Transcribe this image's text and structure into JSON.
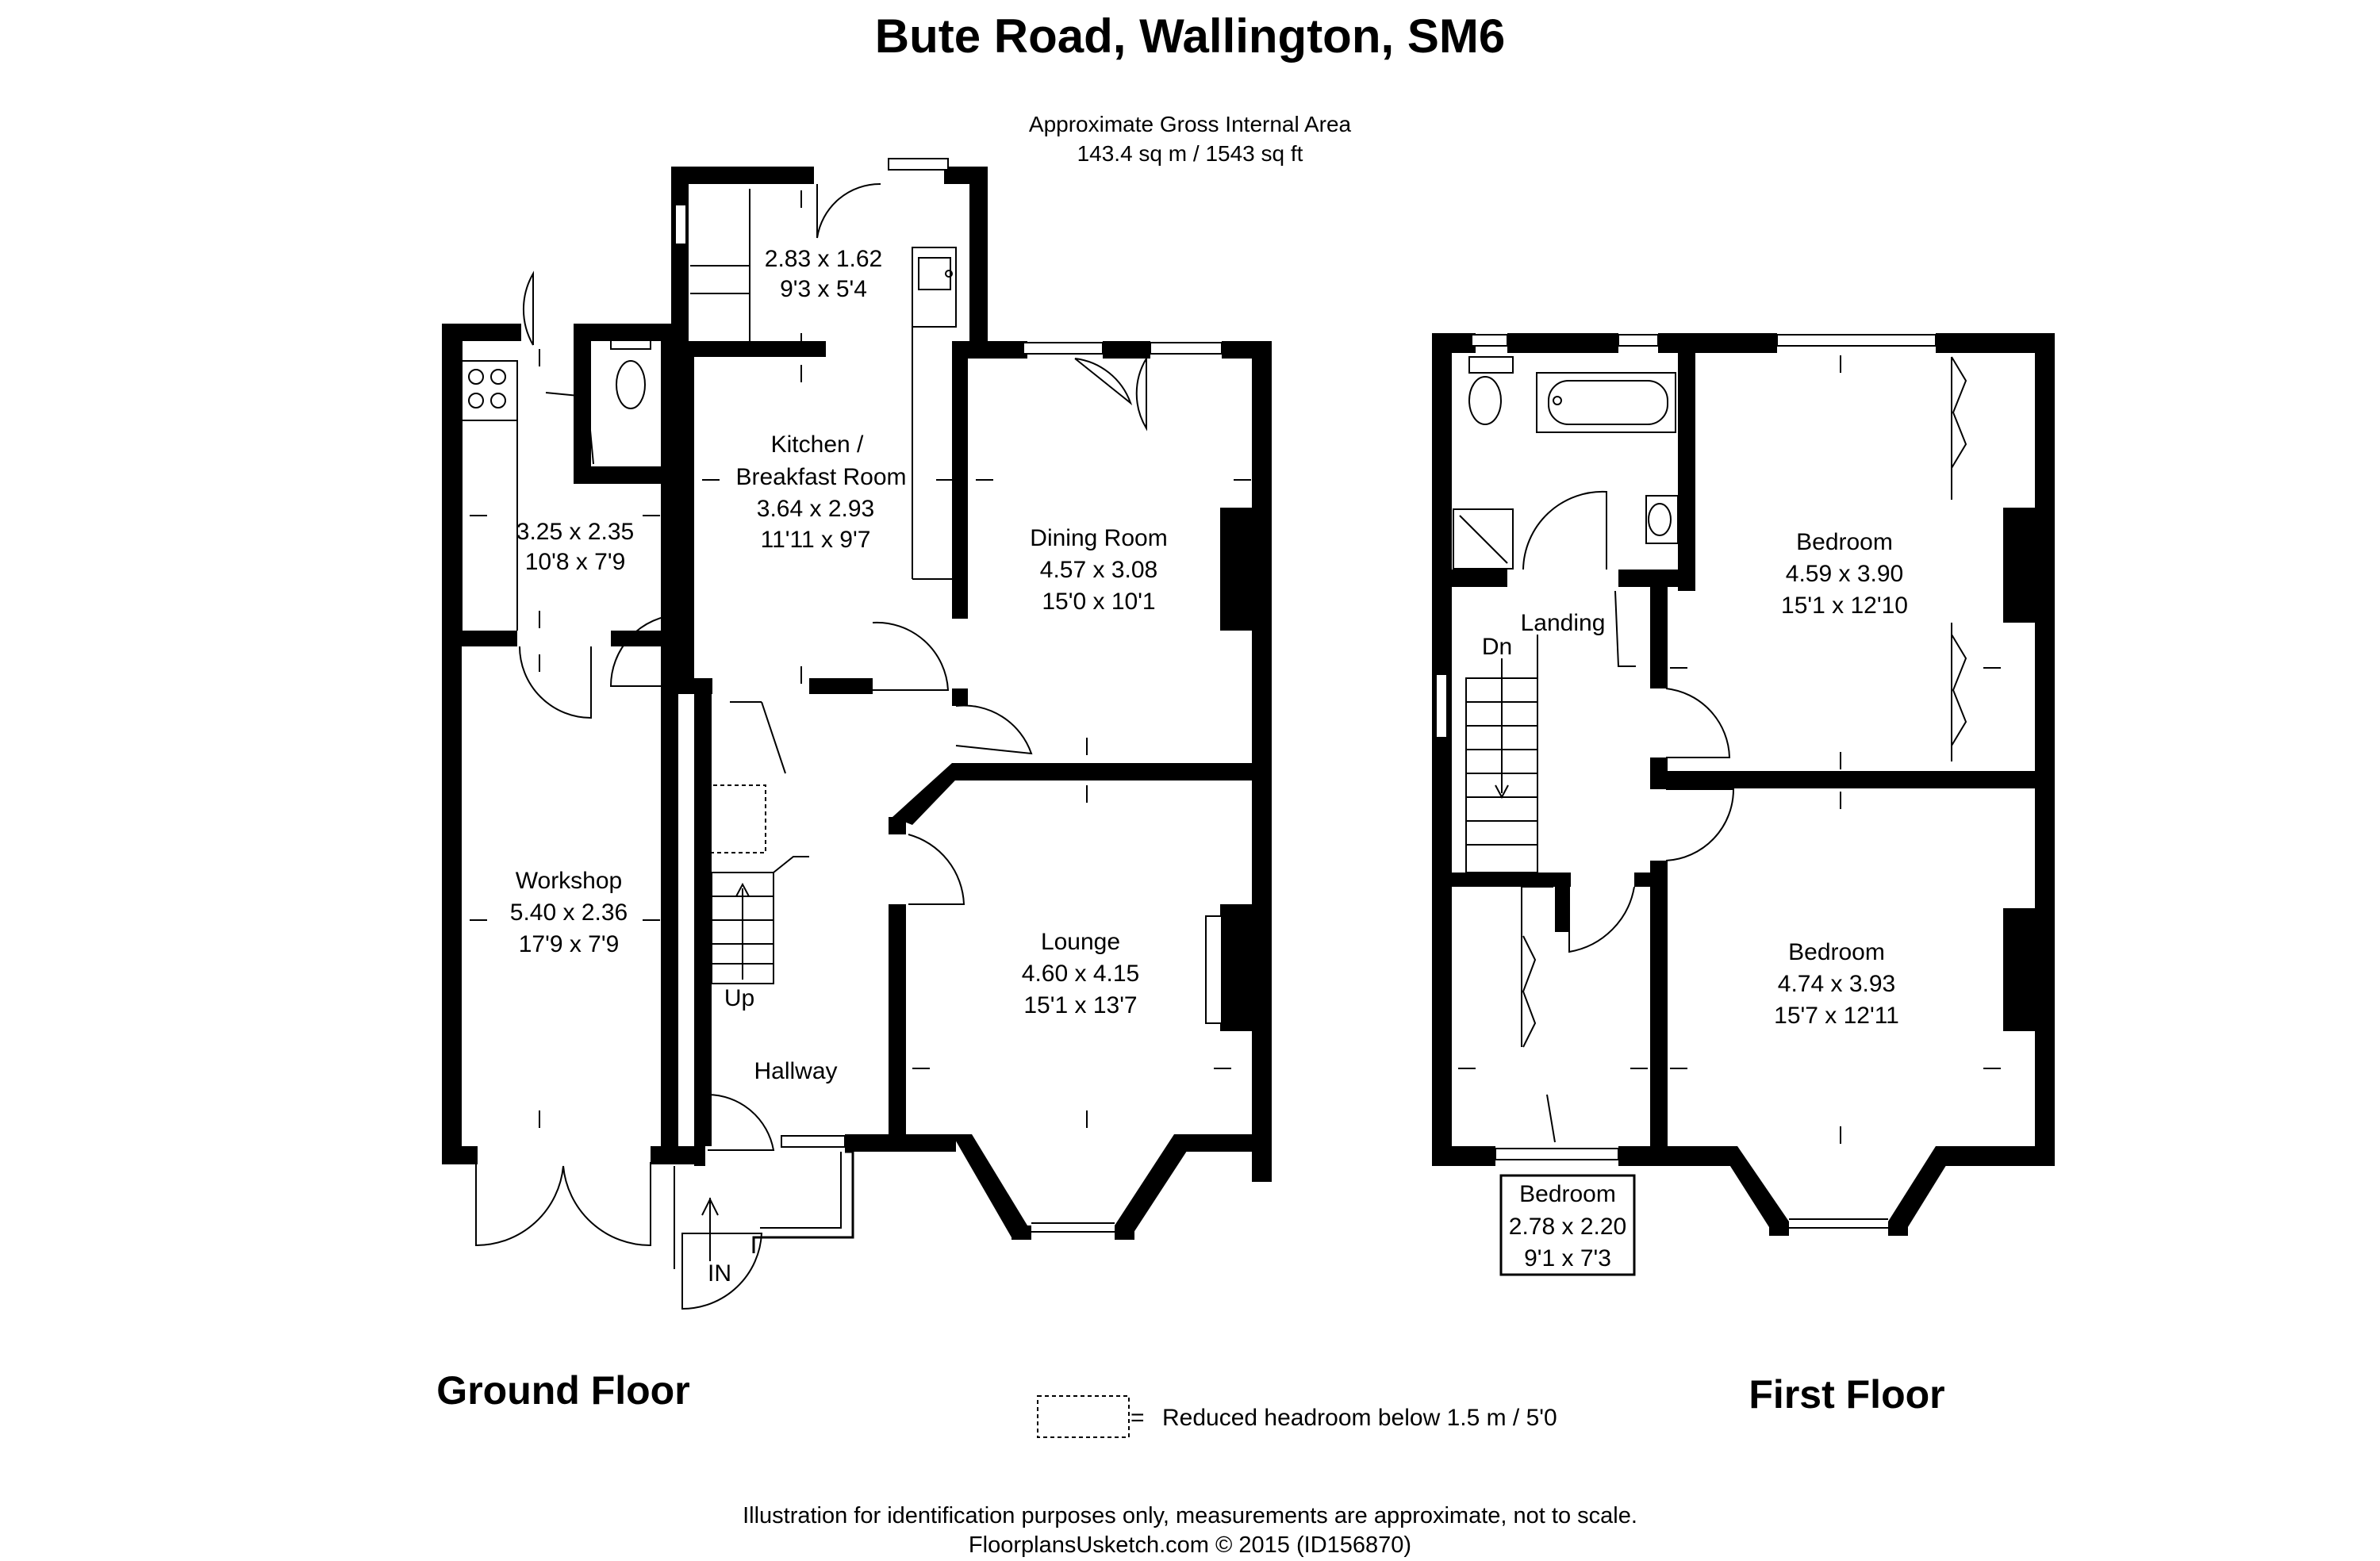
{
  "title": "Bute Road, Wallington, SM6",
  "area": {
    "line1": "Approximate Gross Internal Area",
    "line2": "143.4 sq m / 1543 sq ft"
  },
  "ground_floor": {
    "label": "Ground Floor",
    "rooms": [
      {
        "lines": [
          "2.83 x 1.62",
          "9'3 x 5'4"
        ]
      },
      {
        "lines": [
          "Kitchen /",
          "Breakfast Room",
          "3.64 x 2.93",
          "11'11 x 9'7"
        ]
      },
      {
        "lines": [
          "3.25 x 2.35",
          "10'8 x 7'9"
        ]
      },
      {
        "lines": [
          "Dining Room",
          "4.57 x 3.08",
          "15'0 x 10'1"
        ]
      },
      {
        "lines": [
          "Workshop",
          "5.40 x 2.36",
          "17'9 x 7'9"
        ]
      },
      {
        "lines": [
          "Lounge",
          "4.60 x 4.15",
          "15'1 x 13'7"
        ]
      }
    ],
    "up": "Up",
    "hallway": "Hallway",
    "entrance": "IN"
  },
  "first_floor": {
    "label": "First Floor",
    "rooms": [
      {
        "lines": [
          "Bedroom",
          "4.59 x 3.90",
          "15'1 x 12'10"
        ]
      },
      {
        "lines": [
          "Bedroom",
          "4.74 x 3.93",
          "15'7 x 12'11"
        ]
      },
      {
        "lines": [
          "Bedroom",
          "2.78 x 2.20",
          "9'1 x 7'3"
        ]
      }
    ],
    "landing": "Landing",
    "down": "Dn"
  },
  "legend": {
    "text": "Reduced headroom below 1.5 m / 5'0",
    "equals": "="
  },
  "footer": {
    "line1": "Illustration for identification purposes only, measurements are approximate, not to scale.",
    "line2": "FloorplansUsketch.com © 2015 (ID156870)"
  }
}
